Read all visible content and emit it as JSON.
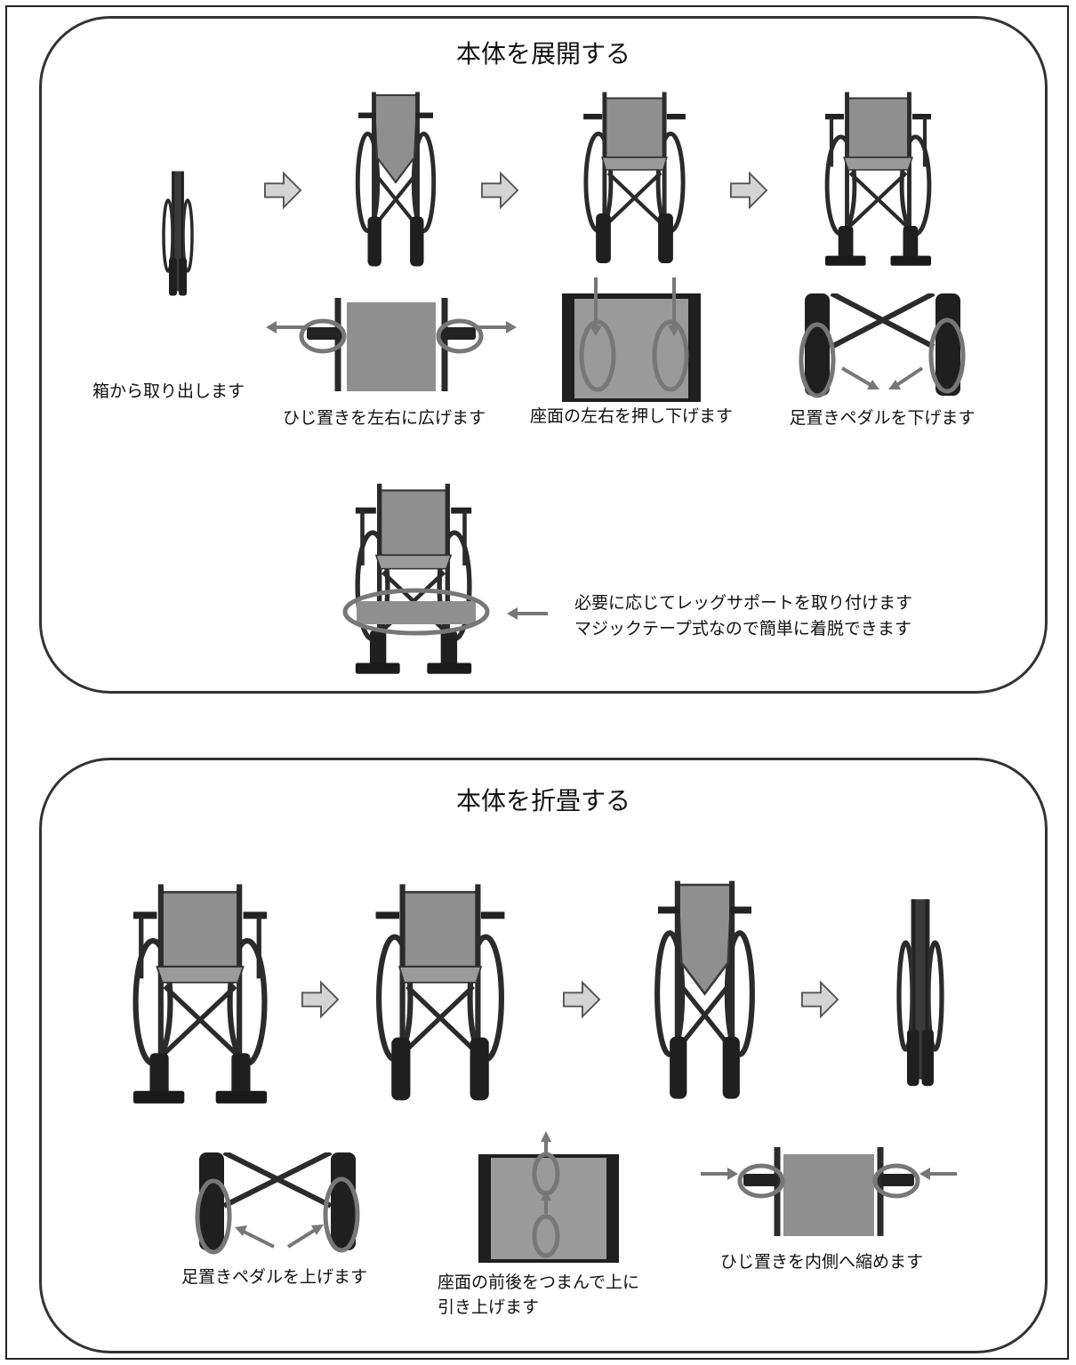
{
  "unfold": {
    "title": "本体を展開する",
    "captions": {
      "step1": "箱から取り出します",
      "step2": "ひじ置きを左右に広げます",
      "step3": "座面の左右を押し下げます",
      "step4": "足置きペダルを下げます",
      "leg_support_line1": "必要に応じてレッグサポートを取り付けます",
      "leg_support_line2": "マジックテープ式なので簡単に着脱できます"
    }
  },
  "fold": {
    "title": "本体を折畳する",
    "captions": {
      "step1": "足置きペダルを上げます",
      "step2_line1": "座面の前後をつまんで上に",
      "step2_line2": "引き上げます",
      "step3": "ひじ置きを内側へ縮めます"
    }
  },
  "colors": {
    "frame": "#2b2b2b",
    "seat": "#8f8f8f",
    "highlight": "#777777",
    "step_arrow_fill": "#d4d4d4"
  }
}
